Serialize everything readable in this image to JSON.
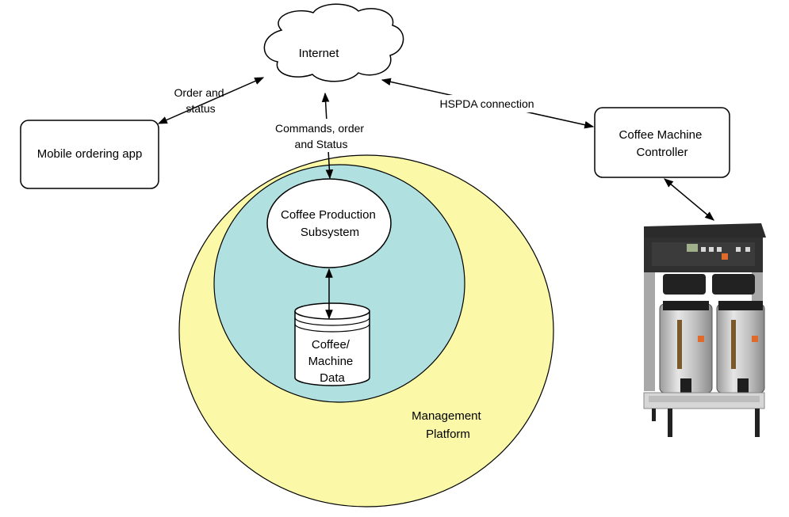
{
  "cloud": {
    "label": "Internet"
  },
  "mobile_app": {
    "label": "Mobile ordering app"
  },
  "controller": {
    "line1": "Coffee Machine",
    "line2": "Controller"
  },
  "production": {
    "line1": "Coffee Production",
    "line2": "Subsystem"
  },
  "database": {
    "line1": "Coffee/",
    "line2": "Machine",
    "line3": "Data"
  },
  "platform": {
    "line1": "Management",
    "line2": "Platform"
  },
  "edges": {
    "app_internet": {
      "line1": "Order and",
      "line2": "status"
    },
    "platform_internet": {
      "line1": "Commands, order",
      "line2": "and Status"
    },
    "controller_internet": {
      "label": "HSPDA connection"
    }
  },
  "colors": {
    "platform_fill": "#fbf9a8",
    "subsystem_fill": "#b0e1e0",
    "stroke": "#000000",
    "machine_steel": "#c9c9c9",
    "machine_dark": "#2b2b2b"
  },
  "machine_image": {
    "icon": "coffee-machine-icon"
  }
}
